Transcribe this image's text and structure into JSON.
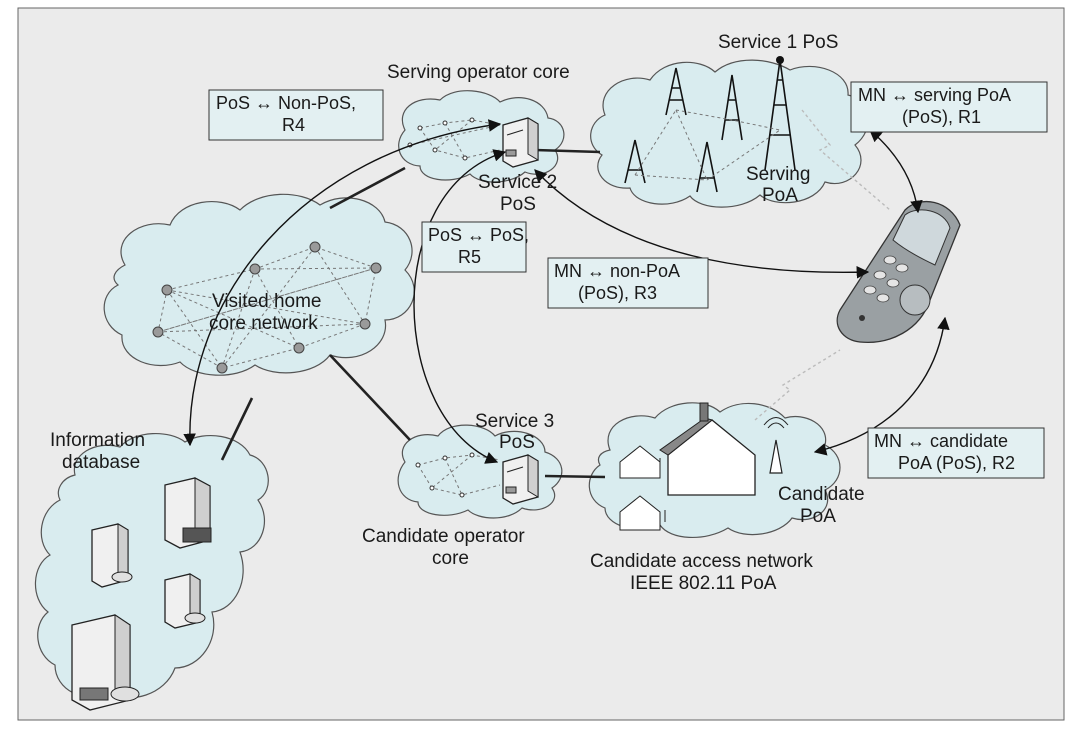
{
  "labels": {
    "serving_operator_core": "Serving operator core",
    "service1_pos": "Service 1 PoS",
    "service2_line1": "Service 2",
    "service2_line2": "PoS",
    "service3_line1": "Service 3",
    "service3_line2": "PoS",
    "serving_poa_line1": "Serving",
    "serving_poa_line2": "PoA",
    "visited_home_line1": "Visited home",
    "visited_home_line2": "core network",
    "info_db_line1": "Information",
    "info_db_line2": "database",
    "candidate_core_line1": "Candidate operator",
    "candidate_core_line2": "core",
    "candidate_access_line1": "Candidate access network",
    "candidate_access_line2": "IEEE 802.11 PoA",
    "candidate_poa_line1": "Candidate",
    "candidate_poa_line2": "PoA"
  },
  "relation_boxes": {
    "r4_line1": "PoS ↔ Non-PoS,",
    "r4_line2": "R4",
    "r5_line1": "PoS ↔ PoS,",
    "r5_line2": "R5",
    "r3_line1": "MN ↔ non-PoA",
    "r3_line2": "(PoS), R3",
    "r1_line1": "MN ↔ serving PoA",
    "r1_line2": "(PoS), R1",
    "r2_line1": "MN ↔ candidate",
    "r2_line2": "PoA (PoS), R2"
  },
  "colors": {
    "cloud_fill": "#d9ecef",
    "box_fill": "#e3f0f2",
    "node_fill": "#9a9a9a",
    "phone_body": "#9aa0a3",
    "phone_screen": "#cfd8dc"
  }
}
